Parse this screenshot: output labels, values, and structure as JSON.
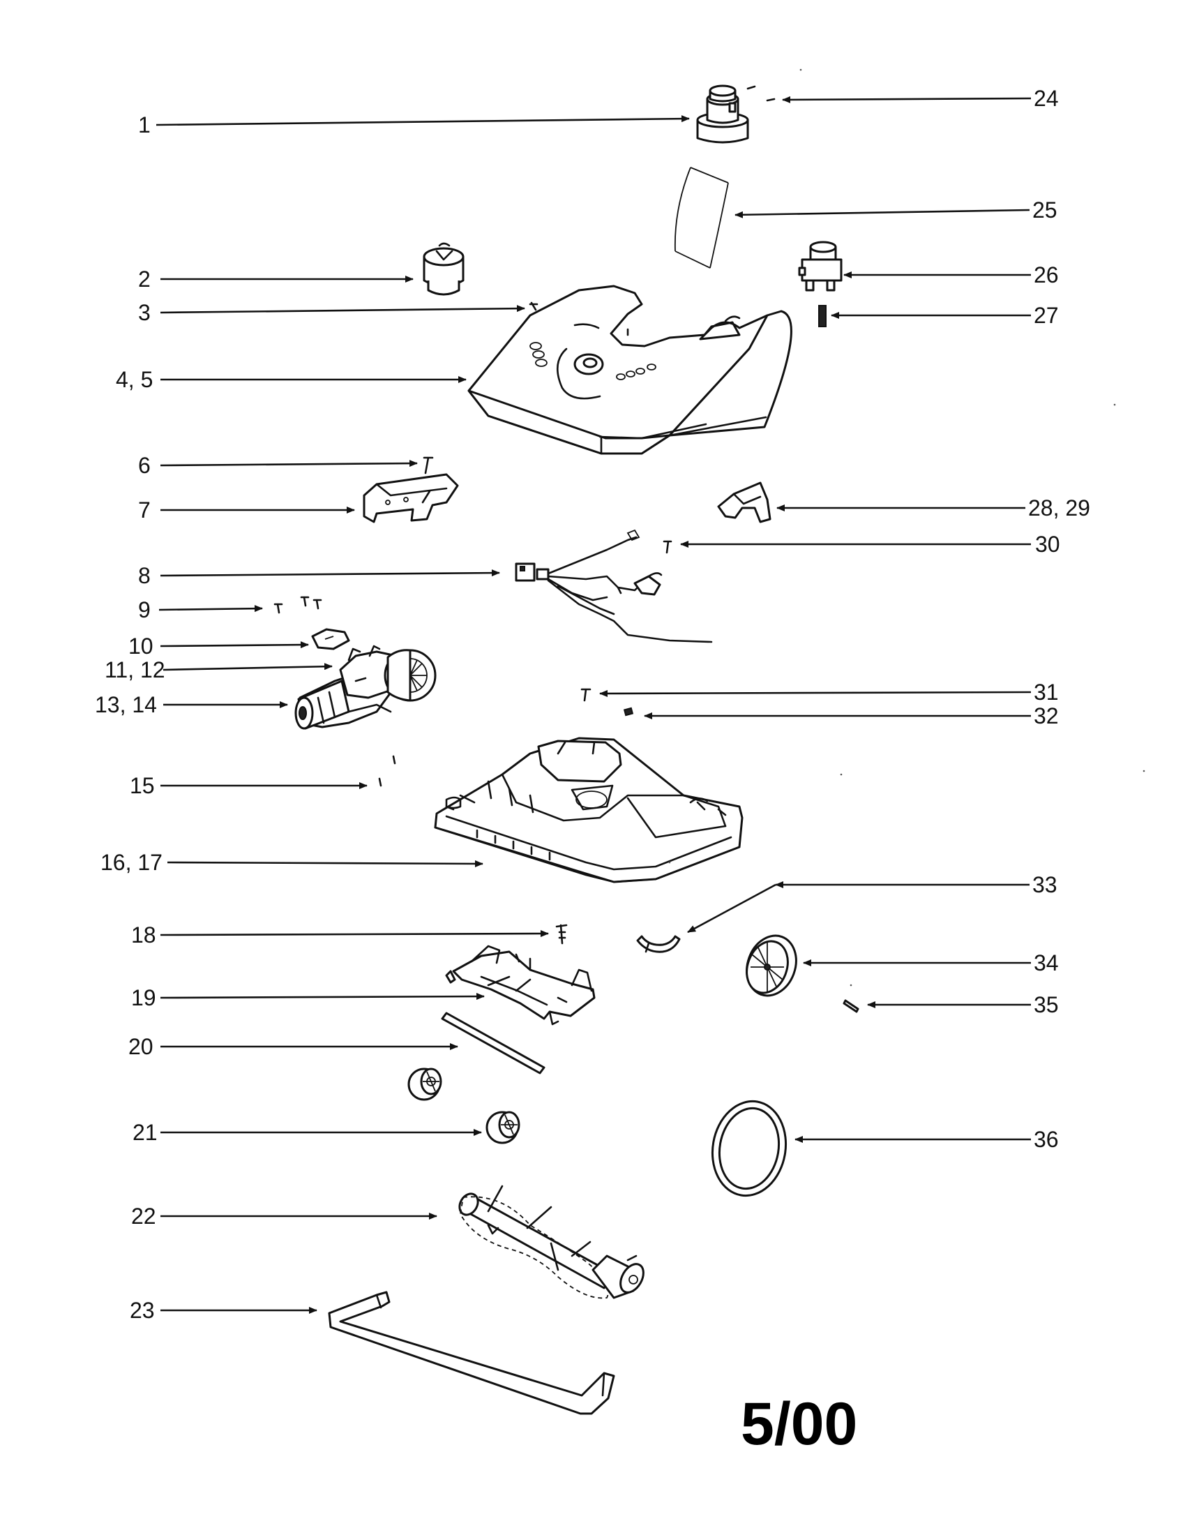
{
  "callouts": [
    {
      "id": "1",
      "label": "1"
    },
    {
      "id": "2",
      "label": "2"
    },
    {
      "id": "3",
      "label": "3"
    },
    {
      "id": "4-5",
      "label": "4, 5"
    },
    {
      "id": "6",
      "label": "6"
    },
    {
      "id": "7",
      "label": "7"
    },
    {
      "id": "8",
      "label": "8"
    },
    {
      "id": "9",
      "label": "9"
    },
    {
      "id": "10",
      "label": "10"
    },
    {
      "id": "11-12",
      "label": "11, 12"
    },
    {
      "id": "13-14",
      "label": "13, 14"
    },
    {
      "id": "15",
      "label": "15"
    },
    {
      "id": "16-17",
      "label": "16, 17"
    },
    {
      "id": "18",
      "label": "18"
    },
    {
      "id": "19",
      "label": "19"
    },
    {
      "id": "20",
      "label": "20"
    },
    {
      "id": "21",
      "label": "21"
    },
    {
      "id": "22",
      "label": "22"
    },
    {
      "id": "23",
      "label": "23"
    },
    {
      "id": "24",
      "label": "24"
    },
    {
      "id": "25",
      "label": "25"
    },
    {
      "id": "26",
      "label": "26"
    },
    {
      "id": "27",
      "label": "27"
    },
    {
      "id": "28-29",
      "label": "28, 29"
    },
    {
      "id": "30",
      "label": "30"
    },
    {
      "id": "31",
      "label": "31"
    },
    {
      "id": "32",
      "label": "32"
    },
    {
      "id": "33",
      "label": "33"
    },
    {
      "id": "34",
      "label": "34"
    },
    {
      "id": "35",
      "label": "35"
    },
    {
      "id": "36",
      "label": "36"
    }
  ],
  "revision_date": "5/00"
}
